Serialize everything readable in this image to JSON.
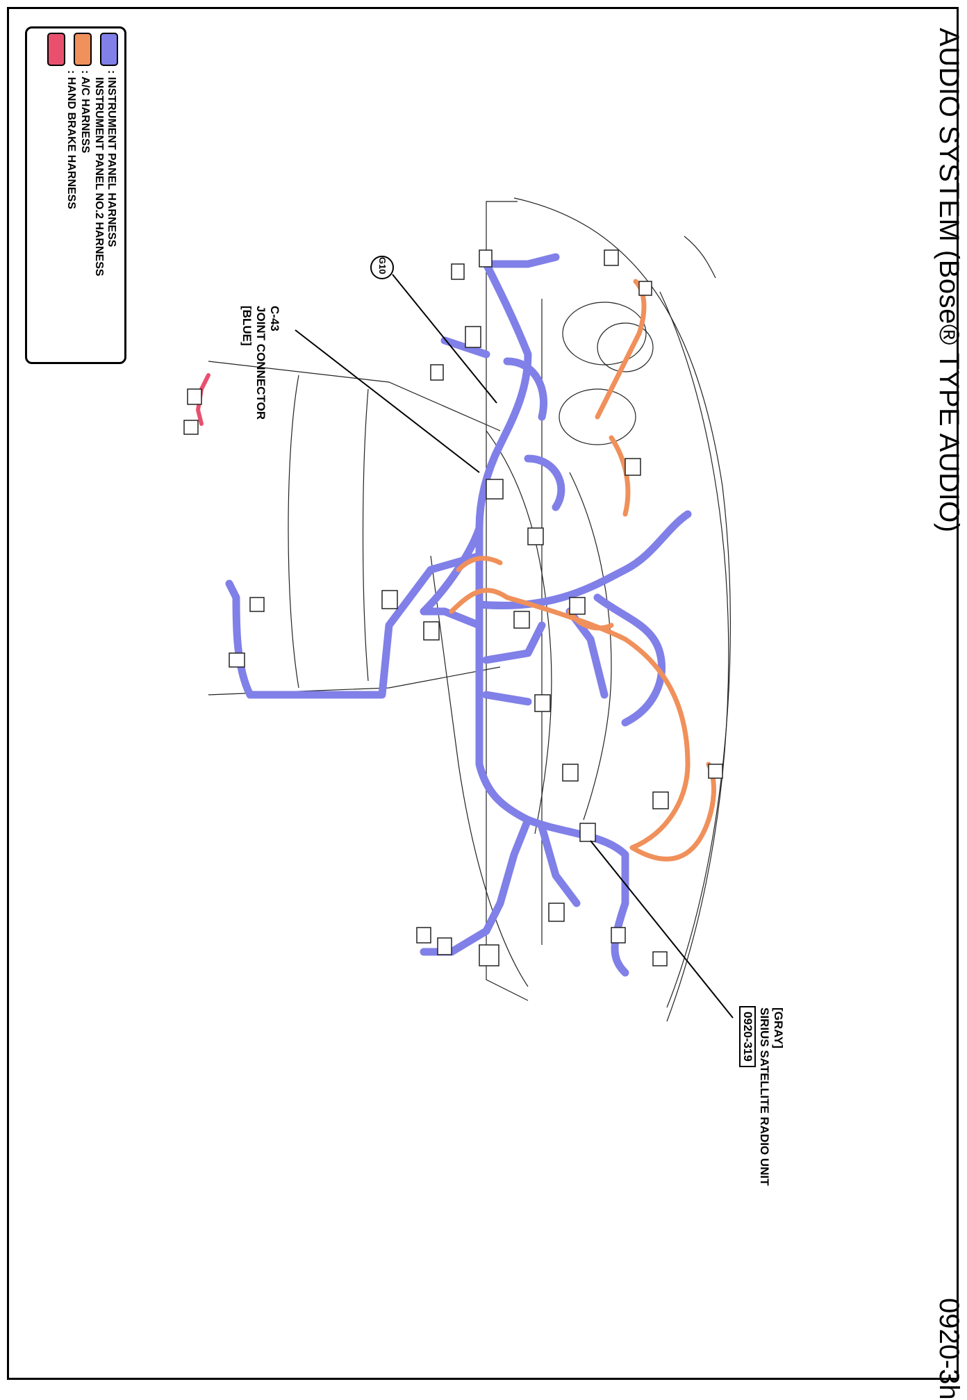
{
  "header": {
    "title": "AUDIO SYSTEM (Bose® TYPE AUDIO)",
    "page_number": "0920-3h"
  },
  "legend": {
    "items": [
      {
        "label": ": INSTRUMENT PANEL HARNESS",
        "color": "#8080e8",
        "icon": "harness-swatch"
      },
      {
        "label": "INSTRUMENT PANEL NO.2 HARNESS",
        "color": "",
        "icon": ""
      },
      {
        "label": ": A/C HARNESS",
        "color": "#f0905a",
        "icon": "harness-swatch"
      },
      {
        "label": ": HAND BRAKE HARNESS",
        "color": "#e8506e",
        "icon": "harness-swatch"
      }
    ]
  },
  "callouts": {
    "ground": "G10",
    "joint_connector": {
      "line1": "C-43",
      "line2": "JOINT CONNECTOR",
      "line3": "[BLUE]"
    },
    "sirius": {
      "line1": "[GRAY]",
      "line2": "SIRIUS SATELLITE RADIO UNIT",
      "code": "0920-319"
    }
  },
  "colors": {
    "instrument_panel": "#8080e8",
    "ac": "#f0905a",
    "hand_brake": "#e8506e"
  }
}
